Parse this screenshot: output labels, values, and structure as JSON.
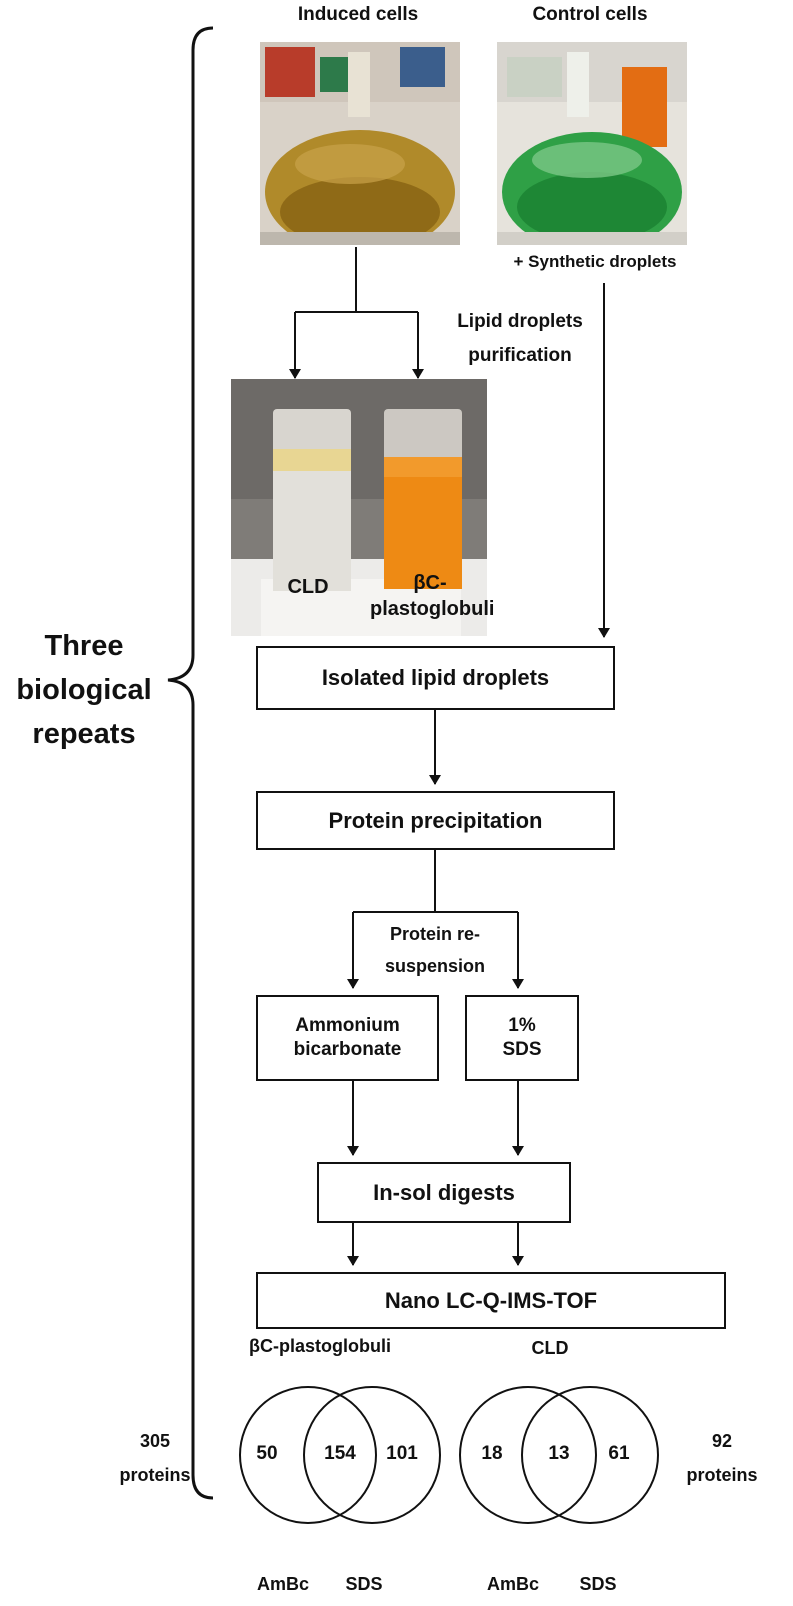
{
  "side_label": [
    "Three",
    "biological",
    "repeats"
  ],
  "sources": {
    "induced": "Induced cells",
    "control": "Control cells",
    "synthetic": "+ Synthetic droplets"
  },
  "purification": [
    "Lipid droplets",
    "purification"
  ],
  "tube_labels": {
    "left": "CLD",
    "right_1": "βC-",
    "right_2": "plastoglobuli"
  },
  "boxes": {
    "isolated": "Isolated lipid droplets",
    "precipitation": "Protein precipitation",
    "resuspension": [
      "Protein re-",
      "suspension"
    ],
    "ammonium": [
      "Ammonium",
      "bicarbonate"
    ],
    "sds": [
      "1%",
      "SDS"
    ],
    "digests": "In-sol digests",
    "ms": "Nano LC-Q-IMS-TOF"
  },
  "venns": [
    {
      "title": "βC-plastoglobuli",
      "total_value": "305",
      "total_unit": "proteins",
      "left_only": "50",
      "overlap": "154",
      "right_only": "101",
      "left_label": "AmBc",
      "right_label": "SDS"
    },
    {
      "title": "CLD",
      "total_value": "92",
      "total_unit": "proteins",
      "left_only": "18",
      "overlap": "13",
      "right_only": "61",
      "left_label": "AmBc",
      "right_label": "SDS"
    }
  ]
}
